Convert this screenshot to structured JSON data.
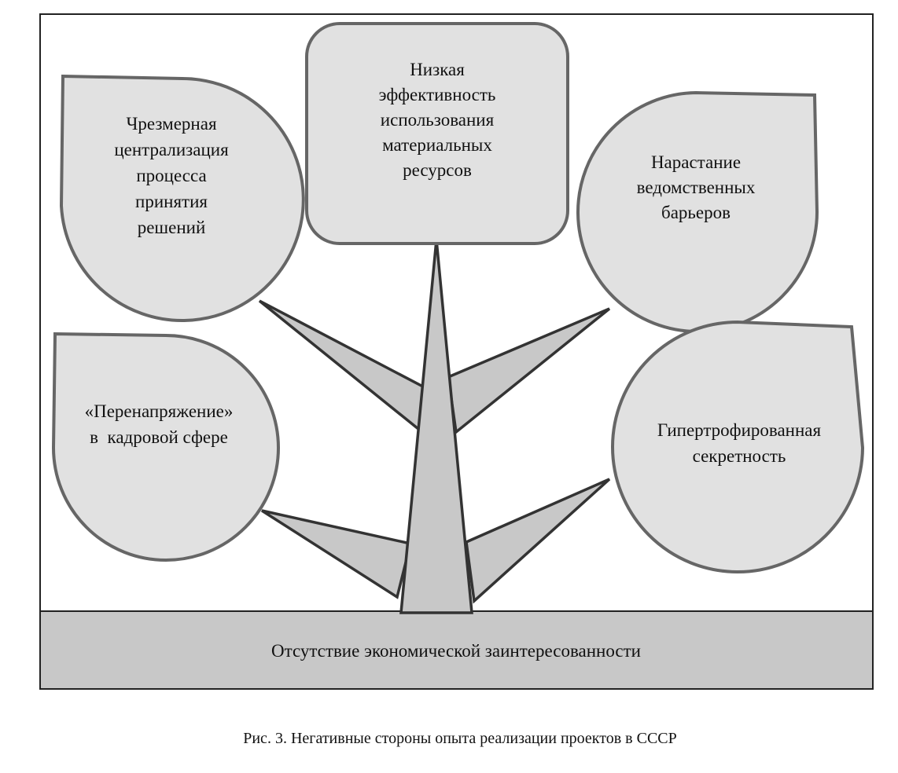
{
  "diagram": {
    "root": "Отсутствие экономической заинтересованности",
    "nodes": {
      "top_center": [
        "Низкая",
        "эффективность",
        "использования",
        "материальных",
        "ресурсов"
      ],
      "top_left": [
        "Чрезмерная",
        "централизация",
        "процесса",
        "принятия",
        "решений"
      ],
      "top_right": [
        "Нарастание",
        "ведомственных",
        "барьеров"
      ],
      "bottom_left": [
        "«Перенапряжение»",
        "в  кадровой сфере"
      ],
      "bottom_right": [
        "Гипертрофированная",
        "секретность"
      ]
    },
    "caption": "Рис. 3. Негативные стороны опыта реализации проектов в СССР",
    "colors": {
      "node_fill": "#e1e1e1",
      "node_stroke": "#666666",
      "trunk_fill": "#c8c8c8",
      "base_fill": "#c8c8c8"
    }
  }
}
